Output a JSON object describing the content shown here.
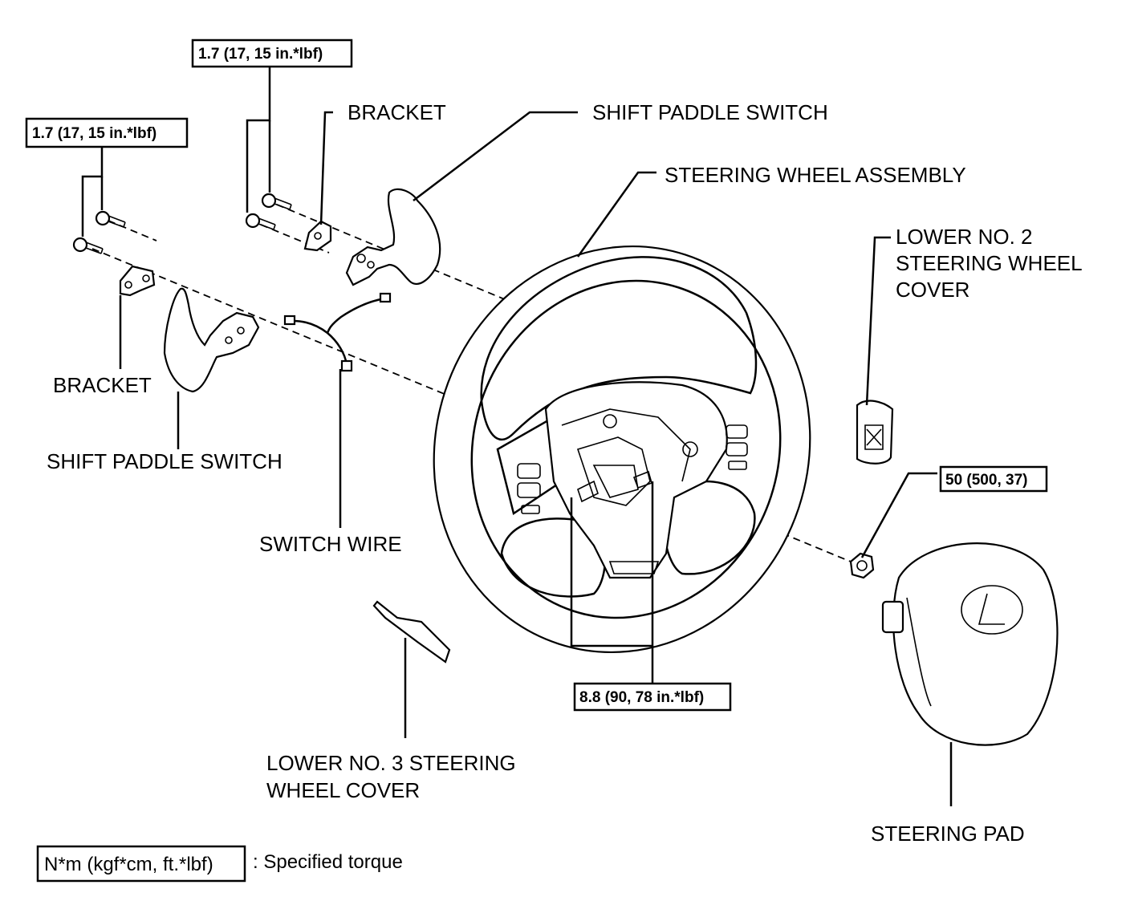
{
  "labels": {
    "bracket_top": "BRACKET",
    "shift_paddle_switch_top": "SHIFT PADDLE SWITCH",
    "steering_wheel_assembly": "STEERING WHEEL ASSEMBLY",
    "lower_no2_line1": "LOWER NO. 2",
    "lower_no2_line2": "STEERING WHEEL",
    "lower_no2_line3": "COVER",
    "bracket_left": "BRACKET",
    "shift_paddle_switch_left": "SHIFT PADDLE SWITCH",
    "switch_wire": "SWITCH WIRE",
    "lower_no3_line1": "LOWER NO. 3 STEERING",
    "lower_no3_line2": "WHEEL COVER",
    "steering_pad": "STEERING PAD"
  },
  "torque": {
    "left_screws": "1.7 (17, 15 in.*lbf)",
    "top_screws": "1.7 (17, 15 in.*lbf)",
    "nut": "50 (500, 37)",
    "wheel_bolts": "8.8 (90, 78 in.*lbf)"
  },
  "legend": {
    "unit": "N*m (kgf*cm, ft.*lbf)",
    "description": ": Specified torque"
  },
  "icons": [
    "screw-icon",
    "nut-icon",
    "lexus-emblem-icon"
  ]
}
